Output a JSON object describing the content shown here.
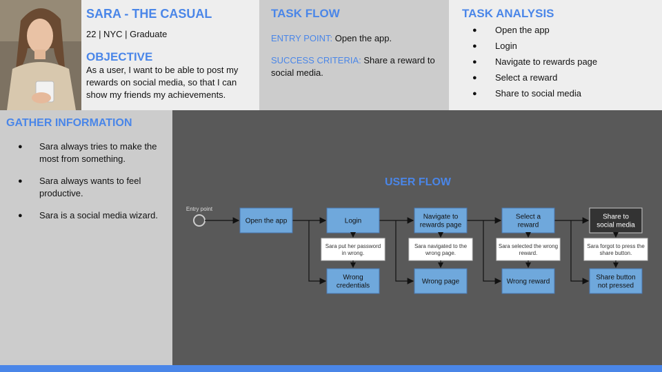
{
  "persona": {
    "name": "SARA - THE CASUAL",
    "details": "22 | NYC | Graduate",
    "objective_heading": "OBJECTIVE",
    "objective_text": "As a user, I want to be able to post my rewards on social media, so that I can show my friends my achievements."
  },
  "task_flow": {
    "heading": "TASK FLOW",
    "entry_label": "ENTRY POINT:",
    "entry_value": "Open the app.",
    "success_label": "SUCCESS CRITERIA:",
    "success_value": "Share a reward to social media."
  },
  "task_analysis": {
    "heading": "TASK ANALYSIS",
    "items": [
      "Open the app",
      "Login",
      "Navigate to rewards page",
      "Select a reward",
      "Share to social media"
    ]
  },
  "gather_information": {
    "heading": "GATHER INFORMATION",
    "items": [
      "Sara always tries to make the most from something.",
      "Sara always wants to feel productive.",
      "Sara is a social media wizard."
    ]
  },
  "user_flow": {
    "heading": "USER FLOW",
    "entry_point_label": "Entry point",
    "steps": [
      {
        "label": [
          "Open the app"
        ]
      },
      {
        "label": [
          "Login"
        ],
        "note": [
          "Sara put her password",
          "in wrong."
        ],
        "error": [
          "Wrong",
          "credentials"
        ]
      },
      {
        "label": [
          "Navigate to",
          "rewards page"
        ],
        "note": [
          "Sara navigated to the",
          "wrong page."
        ],
        "error": [
          "Wrong page"
        ]
      },
      {
        "label": [
          "Select a",
          "reward"
        ],
        "note": [
          "Sara selected the wrong",
          "reward."
        ],
        "error": [
          "Wrong reward"
        ]
      },
      {
        "label": [
          "Share to",
          "social media"
        ],
        "note": [
          "Sara forgot to press the",
          "share button."
        ],
        "error": [
          "Share button",
          "not pressed"
        ],
        "final": true
      }
    ]
  },
  "colors": {
    "accent": "#4a86e8",
    "flow_bg": "#595959",
    "step_box": "#6fa8dc",
    "final_box": "#333333"
  }
}
